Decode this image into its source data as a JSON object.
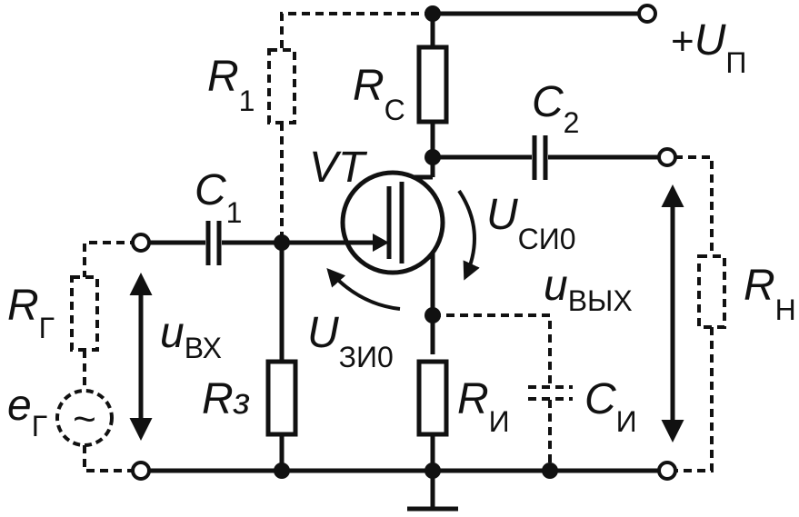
{
  "labels": {
    "supply": {
      "prefix": "+",
      "main": "U",
      "sub": "П"
    },
    "r1": {
      "main": "R",
      "sub": "1"
    },
    "rc": {
      "main": "R",
      "sub": "С"
    },
    "c2": {
      "main": "C",
      "sub": "2"
    },
    "vt": {
      "main": "VT"
    },
    "c1": {
      "main": "C",
      "sub": "1"
    },
    "usi0": {
      "main": "U",
      "sub": "СИ0"
    },
    "uvyh": {
      "main": "u",
      "sub": "ВЫХ"
    },
    "rn": {
      "main": "R",
      "sub": "Н"
    },
    "rg": {
      "main": "R",
      "sub": "Г"
    },
    "uvh": {
      "main": "u",
      "sub": "ВХ"
    },
    "uzi0": {
      "main": "U",
      "sub": "ЗИ0"
    },
    "r3": {
      "main": "R",
      "sub": "з"
    },
    "ri": {
      "main": "R",
      "sub": "И"
    },
    "ci": {
      "main": "C",
      "sub": "И"
    },
    "eg": {
      "main": "e",
      "sub": "Г"
    },
    "gen_symbol": "~"
  }
}
